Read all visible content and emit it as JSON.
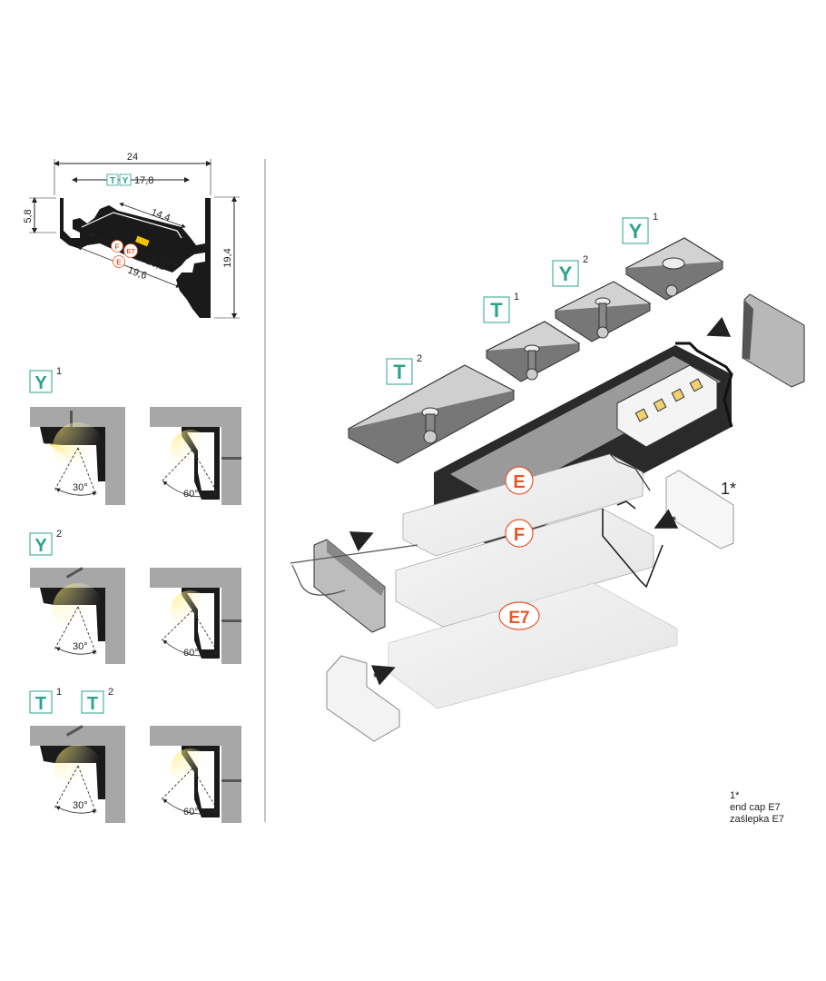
{
  "cross_section": {
    "width": "24",
    "inner_width": "17,8",
    "inner_width_tags": [
      "T",
      "Y"
    ],
    "height_left": "5,8",
    "height_right": "19,4",
    "diffuser_width": "14,4",
    "e7_f_width": "16,1",
    "e7_f_tags": [
      "F",
      "E7"
    ],
    "e_width": "19,6",
    "e_tag": "E"
  },
  "mounting_options": [
    {
      "letters": [
        "Y"
      ],
      "sups": [
        "1"
      ],
      "angles": [
        "30°",
        "60°"
      ]
    },
    {
      "letters": [
        "Y"
      ],
      "sups": [
        "2"
      ],
      "angles": [
        "30°",
        "60°"
      ]
    },
    {
      "letters": [
        "T",
        "T"
      ],
      "sups": [
        "1",
        "2"
      ],
      "angles": [
        "30°",
        "60°"
      ]
    }
  ],
  "exploded": {
    "clips": [
      {
        "letter": "Y",
        "sup": "1"
      },
      {
        "letter": "Y",
        "sup": "2"
      },
      {
        "letter": "T",
        "sup": "1"
      },
      {
        "letter": "T",
        "sup": "2"
      }
    ],
    "diffusers": [
      "E",
      "F",
      "E7"
    ],
    "endcap_marker": "1*"
  },
  "footnote": {
    "marker": "1*",
    "line1": "end cap E7",
    "line2": "zaślepka E7"
  },
  "colors": {
    "accent_teal": "#2aa38c",
    "accent_orange": "#e8572a",
    "profile_dark": "#1a1a1a",
    "wall_gray": "#a7a7a7",
    "light_yellow": "#fff2a8"
  }
}
